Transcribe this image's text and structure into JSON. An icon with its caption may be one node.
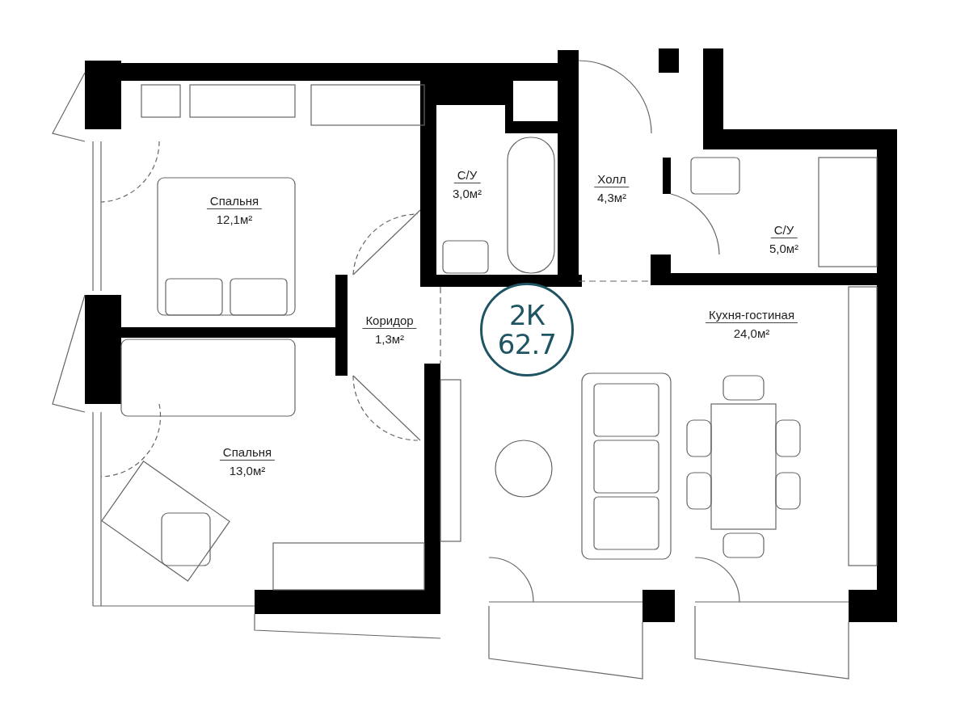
{
  "diagram": {
    "nodes": [
      {
        "text": [
          "2К",
          "62.7"
        ]
      }
    ],
    "labels": [
      "Спальня",
      "12,1м²",
      "С/У",
      "3,0м²",
      "Холл",
      "4,3м²",
      "С/У",
      "5,0м²",
      "Коридор",
      "1,3м²",
      "Кухня-гостиная",
      "24,0м²",
      "Спальня",
      "13,0м²"
    ]
  }
}
